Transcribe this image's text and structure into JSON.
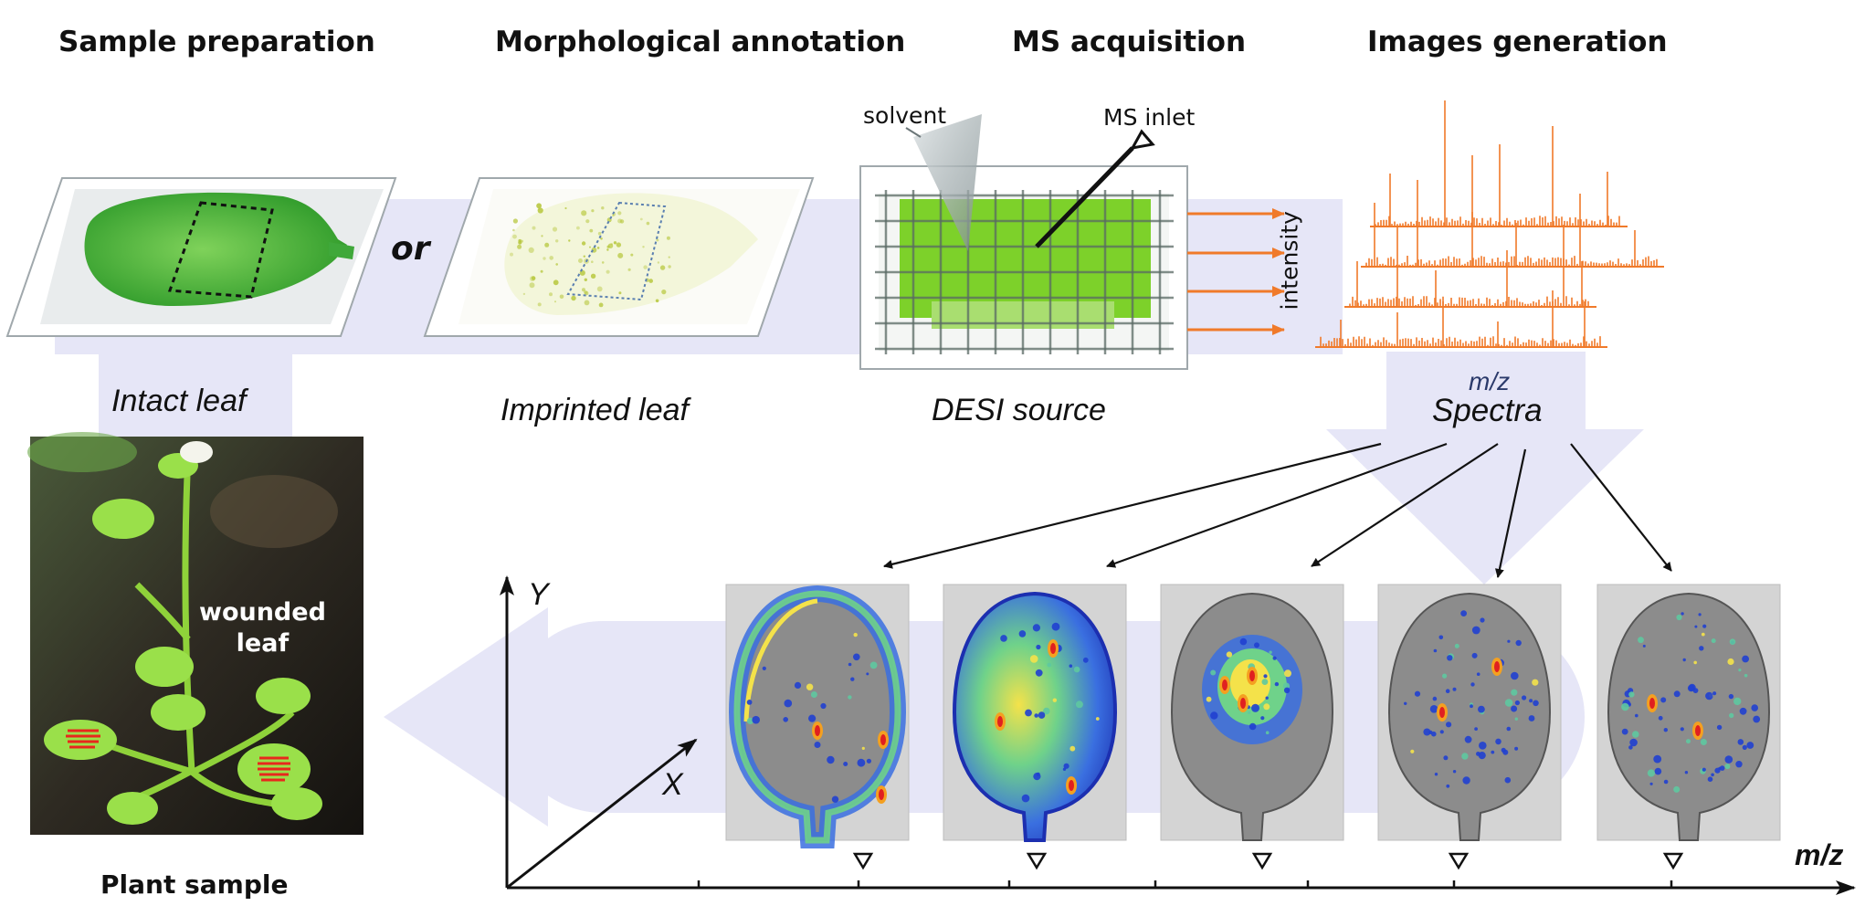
{
  "stages": {
    "sample_preparation": "Sample preparation",
    "morphological_annotation": "Morphological annotation",
    "ms_acquisition": "MS acquisition",
    "images_generation": "Images generation"
  },
  "captions": {
    "intact_leaf": "Intact leaf",
    "or": "or",
    "imprinted_leaf": "Imprinted leaf",
    "desi_source": "DESI source",
    "plant_sample": "Plant sample",
    "wounded_leaf_line1": "wounded",
    "wounded_leaf_line2": "leaf"
  },
  "desi": {
    "solvent": "solvent",
    "ms_inlet": "MS inlet",
    "intensity": "intensity"
  },
  "spectra": {
    "mz": "m/z",
    "label": "Spectra"
  },
  "axes": {
    "y": "Y",
    "x": "X",
    "mz": "m/z"
  },
  "colors": {
    "spectra": "#f07a2a",
    "flow_arrow": "#e6e6f7",
    "leaf_green": "#4cc33a",
    "heat_high": "#e02020",
    "heat_low": "#2040d0"
  },
  "ion_images_count": 5
}
